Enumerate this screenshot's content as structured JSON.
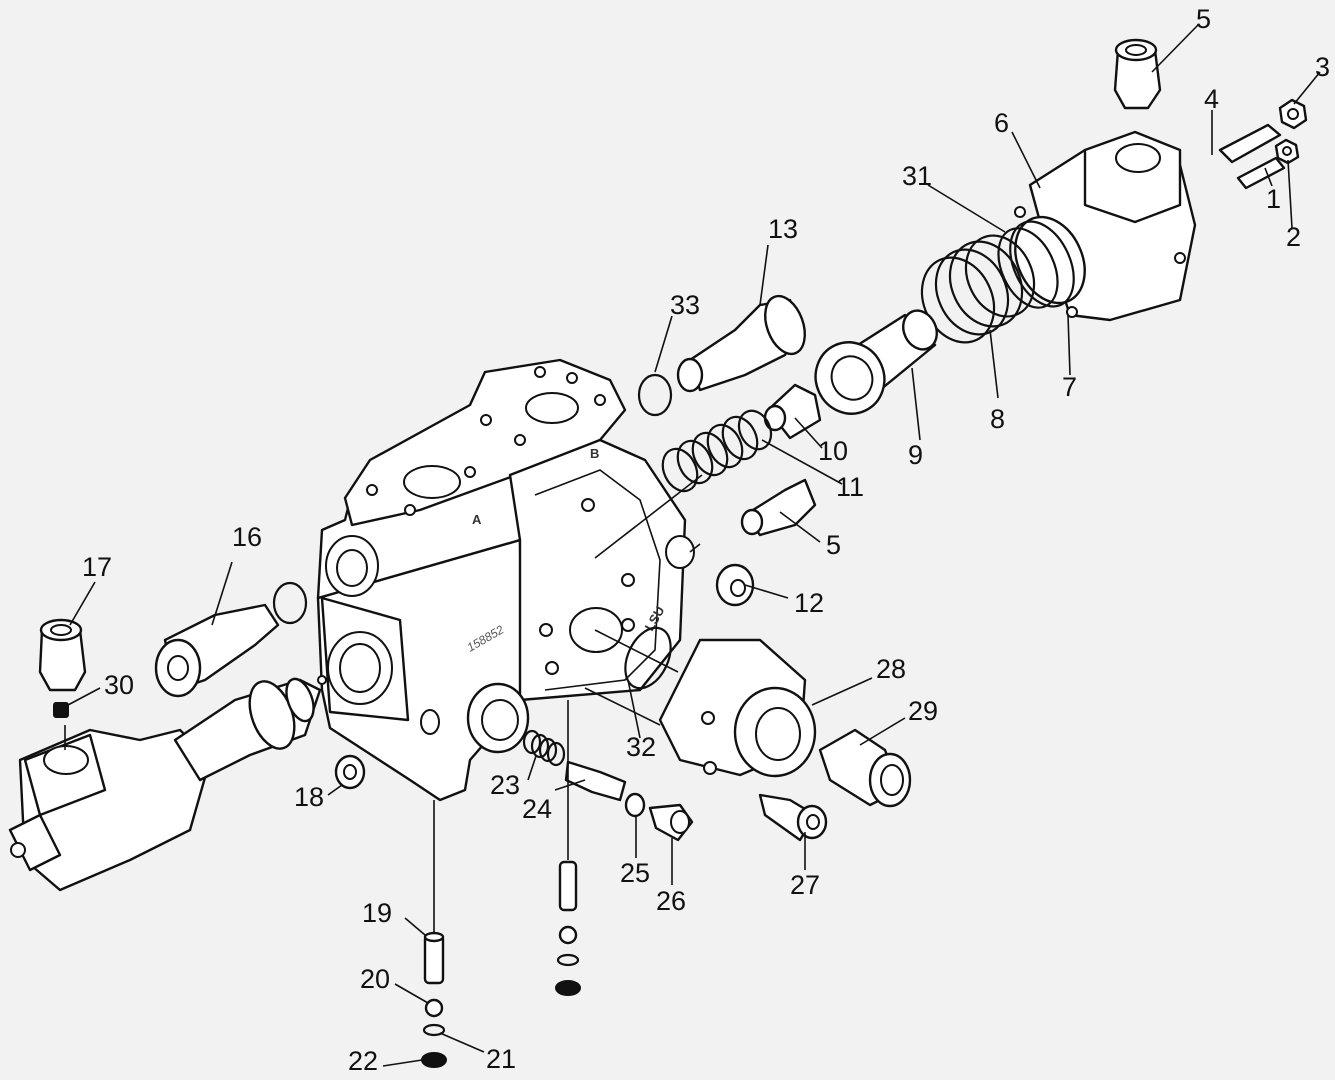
{
  "diagram": {
    "body_markings": {
      "port_a": "A",
      "port_b": "B",
      "port_lsu": "LSU",
      "cast_number": "158852"
    },
    "callouts": [
      {
        "id": "c1",
        "label": "1"
      },
      {
        "id": "c2",
        "label": "2"
      },
      {
        "id": "c3",
        "label": "3"
      },
      {
        "id": "c4",
        "label": "4"
      },
      {
        "id": "c5a",
        "label": "5"
      },
      {
        "id": "c5b",
        "label": "5"
      },
      {
        "id": "c6",
        "label": "6"
      },
      {
        "id": "c7",
        "label": "7"
      },
      {
        "id": "c8",
        "label": "8"
      },
      {
        "id": "c9",
        "label": "9"
      },
      {
        "id": "c10",
        "label": "10"
      },
      {
        "id": "c11",
        "label": "11"
      },
      {
        "id": "c12",
        "label": "12"
      },
      {
        "id": "c13",
        "label": "13"
      },
      {
        "id": "c16",
        "label": "16"
      },
      {
        "id": "c17",
        "label": "17"
      },
      {
        "id": "c18",
        "label": "18"
      },
      {
        "id": "c19",
        "label": "19"
      },
      {
        "id": "c20",
        "label": "20"
      },
      {
        "id": "c21",
        "label": "21"
      },
      {
        "id": "c22",
        "label": "22"
      },
      {
        "id": "c23",
        "label": "23"
      },
      {
        "id": "c24",
        "label": "24"
      },
      {
        "id": "c25",
        "label": "25"
      },
      {
        "id": "c26",
        "label": "26"
      },
      {
        "id": "c27",
        "label": "27"
      },
      {
        "id": "c28",
        "label": "28"
      },
      {
        "id": "c29",
        "label": "29"
      },
      {
        "id": "c30",
        "label": "30"
      },
      {
        "id": "c31",
        "label": "31"
      },
      {
        "id": "c32",
        "label": "32"
      },
      {
        "id": "c33",
        "label": "33"
      }
    ]
  }
}
